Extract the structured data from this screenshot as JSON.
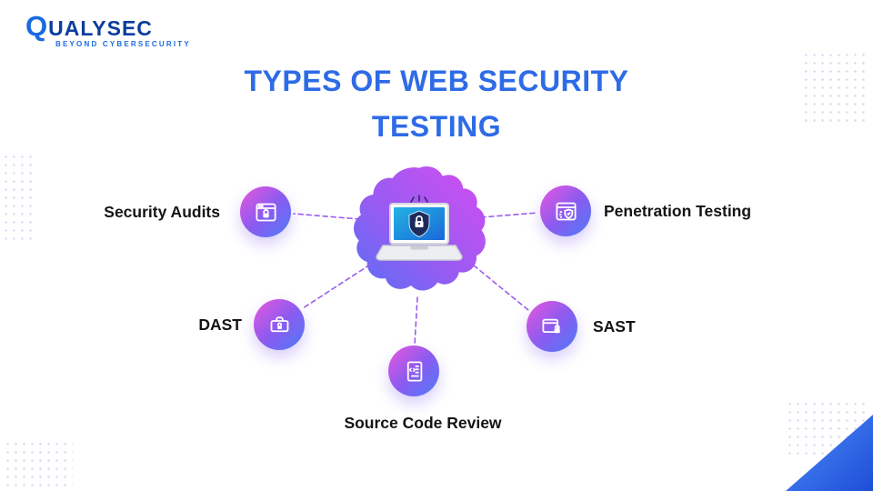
{
  "logo": {
    "name": "QUALYSEC",
    "tagline": "BEYOND CYBERSECURITY"
  },
  "title": {
    "line1": "TYPES OF WEB SECURITY",
    "line2": "TESTING"
  },
  "center": {
    "icon": "laptop-security-shield-icon"
  },
  "nodes": [
    {
      "label": "Security Audits",
      "icon": "browser-lock-icon"
    },
    {
      "label": "Penetration Testing",
      "icon": "browser-shield-icon"
    },
    {
      "label": "DAST",
      "icon": "briefcase-lock-icon"
    },
    {
      "label": "SAST",
      "icon": "monitor-lock-icon"
    },
    {
      "label": "Source Code Review",
      "icon": "code-document-icon"
    }
  ],
  "colors": {
    "title_blue": "#2E6BE6",
    "node_gradient_start": "#E956DE",
    "node_gradient_end": "#4D7CF7",
    "connector_purple": "#9B5CF0",
    "logo_blue": "#0C3D9C"
  }
}
